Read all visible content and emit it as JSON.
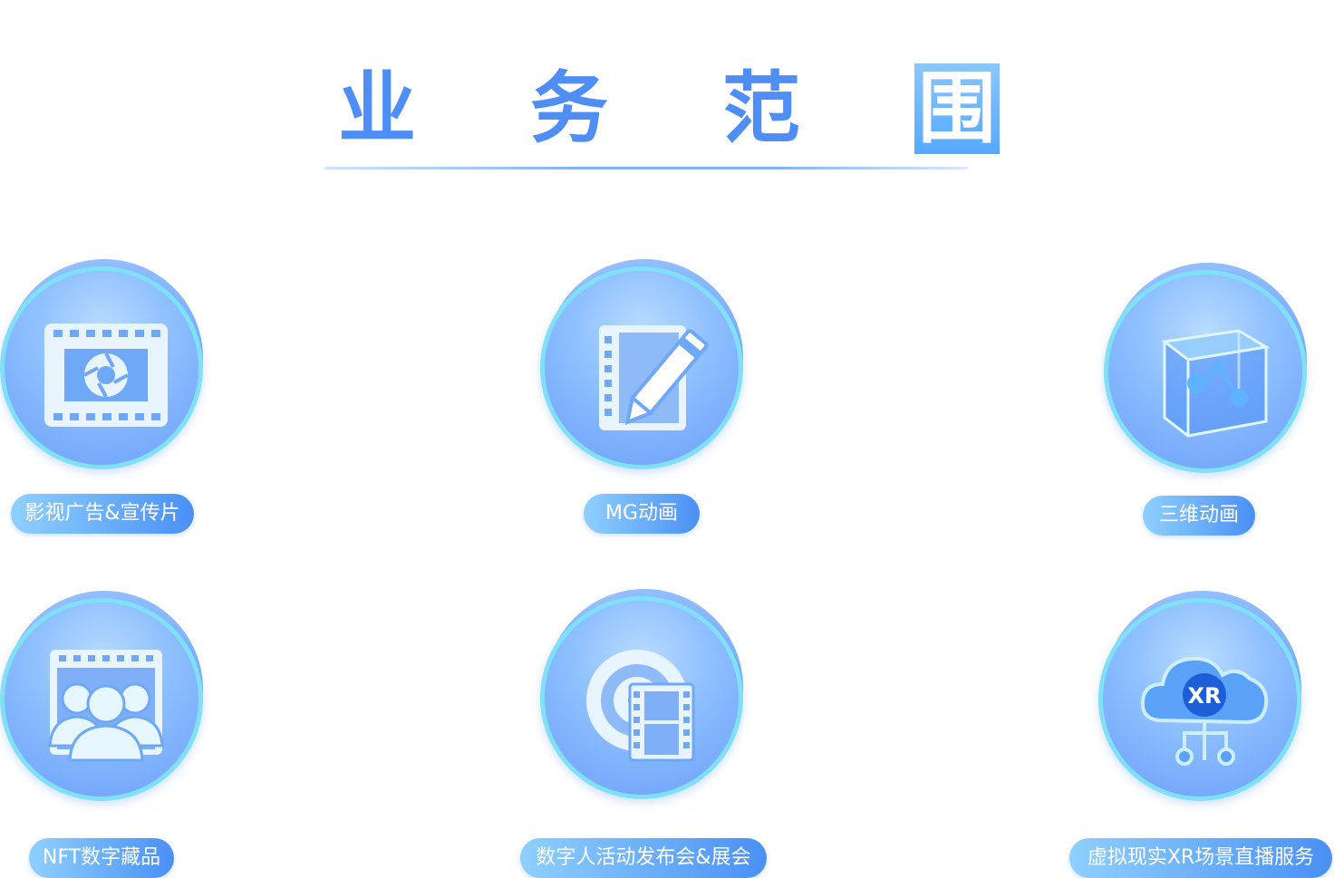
{
  "header": {
    "title_part1": "业 务 范",
    "title_part2": "围"
  },
  "services": [
    {
      "label": "影视广告&宣传片",
      "icon": "film-camera-icon"
    },
    {
      "label": "MG动画",
      "icon": "film-pencil-icon"
    },
    {
      "label": "三维动画",
      "icon": "3d-cube-icon"
    },
    {
      "label": "NFT数字藏品",
      "icon": "film-people-icon"
    },
    {
      "label": "数字人活动发布会&展会",
      "icon": "disc-film-icon"
    },
    {
      "label": "虚拟现实XR场景直播服务",
      "icon": "xr-cloud-icon"
    }
  ],
  "xr_badge": "XR",
  "colors": {
    "accent": "#4f8ff5",
    "circle_border": "#7fe0f7",
    "label_gradient_start": "#8fd0ff",
    "label_gradient_end": "#4a90f5"
  }
}
